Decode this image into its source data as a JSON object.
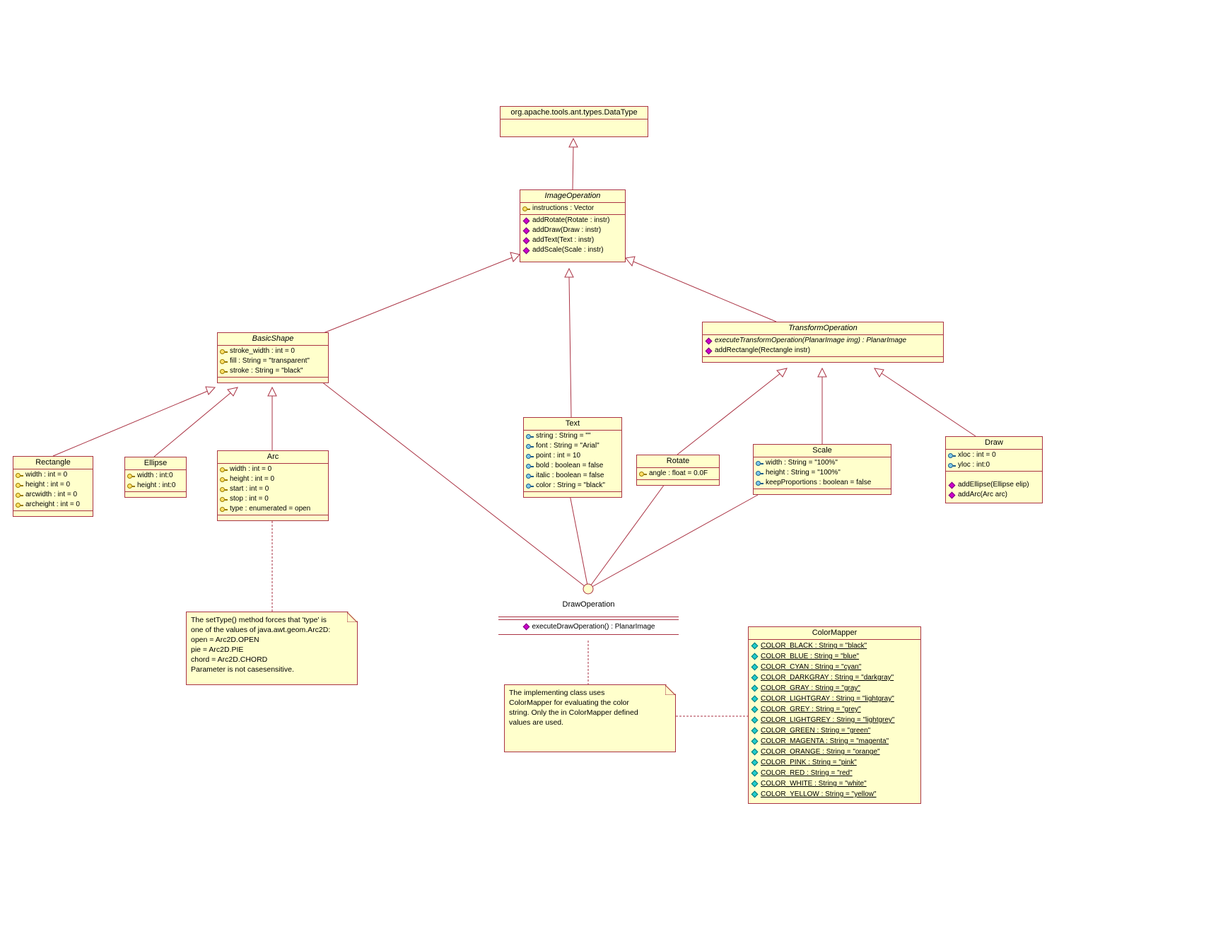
{
  "colors": {
    "line": "#AA3344",
    "box_fill": "#FFFFCC",
    "operation_icon": "#CC00CC",
    "static_attribute_icon": "#22CCCC",
    "attribute_key_icon": "#FFE066",
    "attribute_key_icon_blue": "#7EC8E8"
  },
  "icon_legend": {
    "op": "operation-diamond-icon",
    "key": "attribute-key-icon",
    "blue": "attribute-key-icon-blue",
    "static": "static-attribute-diamond-icon"
  },
  "classes": [
    {
      "id": "datatype",
      "name": "org.apache.tools.ant.types.DataType",
      "abstract": false,
      "compartments": [
        {
          "rows": []
        }
      ]
    },
    {
      "id": "imageoperation",
      "name": "ImageOperation",
      "abstract": true,
      "compartments": [
        {
          "rows": [
            {
              "icon": "key",
              "text": "instructions : Vector"
            }
          ]
        },
        {
          "rows": [
            {
              "icon": "op",
              "text": "addRotate(Rotate : instr)"
            },
            {
              "icon": "op",
              "text": "addDraw(Draw : instr)"
            },
            {
              "icon": "op",
              "text": "addText(Text : instr)"
            },
            {
              "icon": "op",
              "text": "addScale(Scale : instr)"
            }
          ]
        }
      ]
    },
    {
      "id": "basicshape",
      "name": "BasicShape",
      "abstract": true,
      "compartments": [
        {
          "rows": [
            {
              "icon": "key",
              "text": "stroke_width : int = 0"
            },
            {
              "icon": "key",
              "text": "fill : String = \"transparent\""
            },
            {
              "icon": "key",
              "text": "stroke : String = \"black\""
            }
          ]
        },
        {
          "rows": []
        }
      ]
    },
    {
      "id": "transformoperation",
      "name": "TransformOperation",
      "abstract": true,
      "compartments": [
        {
          "rows": [
            {
              "icon": "op",
              "text": "executeTransformOperation(PlanarImage img) : PlanarImage",
              "italic": true
            },
            {
              "icon": "op",
              "text": "addRectangle(Rectangle instr)"
            }
          ]
        },
        {
          "rows": []
        }
      ]
    },
    {
      "id": "rectangle",
      "name": "Rectangle",
      "abstract": false,
      "compartments": [
        {
          "rows": [
            {
              "icon": "key",
              "text": "width : int = 0"
            },
            {
              "icon": "key",
              "text": "height : int = 0"
            },
            {
              "icon": "key",
              "text": "arcwidth : int = 0"
            },
            {
              "icon": "key",
              "text": "archeight : int = 0"
            }
          ]
        },
        {
          "rows": []
        }
      ]
    },
    {
      "id": "ellipse",
      "name": "Ellipse",
      "abstract": false,
      "compartments": [
        {
          "rows": [
            {
              "icon": "key",
              "text": "width : int:0"
            },
            {
              "icon": "key",
              "text": "height : int:0"
            }
          ]
        },
        {
          "rows": []
        }
      ]
    },
    {
      "id": "arc",
      "name": "Arc",
      "abstract": false,
      "compartments": [
        {
          "rows": [
            {
              "icon": "key",
              "text": "width : int = 0"
            },
            {
              "icon": "key",
              "text": "height : int = 0"
            },
            {
              "icon": "key",
              "text": "start : int = 0"
            },
            {
              "icon": "key",
              "text": "stop : int = 0"
            },
            {
              "icon": "key",
              "text": "type : enumerated = open"
            }
          ]
        },
        {
          "rows": []
        }
      ]
    },
    {
      "id": "text",
      "name": "Text",
      "abstract": false,
      "compartments": [
        {
          "rows": [
            {
              "icon": "blue",
              "text": "string : String = \"\""
            },
            {
              "icon": "blue",
              "text": "font : String = \"Arial\""
            },
            {
              "icon": "blue",
              "text": "point : int = 10"
            },
            {
              "icon": "blue",
              "text": "bold : boolean = false"
            },
            {
              "icon": "blue",
              "text": "italic : boolean = false"
            },
            {
              "icon": "blue",
              "text": "color : String = \"black\""
            }
          ]
        },
        {
          "rows": []
        }
      ]
    },
    {
      "id": "rotate",
      "name": "Rotate",
      "abstract": false,
      "compartments": [
        {
          "rows": [
            {
              "icon": "key",
              "text": "angle : float = 0.0F"
            }
          ]
        },
        {
          "rows": []
        }
      ]
    },
    {
      "id": "scale",
      "name": "Scale",
      "abstract": false,
      "compartments": [
        {
          "rows": [
            {
              "icon": "blue",
              "text": "width : String = \"100%\""
            },
            {
              "icon": "blue",
              "text": "height : String = \"100%\""
            },
            {
              "icon": "blue",
              "text": "keepProportions : boolean = false"
            }
          ]
        },
        {
          "rows": []
        }
      ]
    },
    {
      "id": "draw",
      "name": "Draw",
      "abstract": false,
      "compartments": [
        {
          "rows": [
            {
              "icon": "blue",
              "text": "xloc : int = 0"
            },
            {
              "icon": "blue",
              "text": "yloc : int:0"
            }
          ]
        },
        {
          "rows": [
            {
              "icon": "op",
              "text": "addEllipse(Ellipse elip)"
            },
            {
              "icon": "op",
              "text": "addArc(Arc arc)"
            }
          ]
        }
      ]
    },
    {
      "id": "colormapper",
      "name": "ColorMapper",
      "abstract": false,
      "compartments": [
        {
          "rows": [
            {
              "icon": "static",
              "text": "COLOR_BLACK : String = \"black\"",
              "underline": true
            },
            {
              "icon": "static",
              "text": "COLOR_BLUE : String = \"blue\"",
              "underline": true
            },
            {
              "icon": "static",
              "text": "COLOR_CYAN : String = \"cyan\"",
              "underline": true
            },
            {
              "icon": "static",
              "text": "COLOR_DARKGRAY : String = \"darkgray\"",
              "underline": true
            },
            {
              "icon": "static",
              "text": "COLOR_GRAY : String = \"gray\"",
              "underline": true
            },
            {
              "icon": "static",
              "text": "COLOR_LIGHTGRAY : String = \"lightgray\"",
              "underline": true
            },
            {
              "icon": "static",
              "text": "COLOR_GREY : String = \"grey\"",
              "underline": true
            },
            {
              "icon": "static",
              "text": "COLOR_LIGHTGREY : String = \"lightgrey\"",
              "underline": true
            },
            {
              "icon": "static",
              "text": "COLOR_GREEN : String = \"green\"",
              "underline": true
            },
            {
              "icon": "static",
              "text": "COLOR_MAGENTA : String = \"magenta\"",
              "underline": true
            },
            {
              "icon": "static",
              "text": "COLOR_ORANGE : String = \"orange\"",
              "underline": true
            },
            {
              "icon": "static",
              "text": "COLOR_PINK : String = \"pink\"",
              "underline": true
            },
            {
              "icon": "static",
              "text": "COLOR_RED : String = \"red\"",
              "underline": true
            },
            {
              "icon": "static",
              "text": "COLOR_WHITE : String = \"white\"",
              "underline": true
            },
            {
              "icon": "static",
              "text": "COLOR_YELLOW : String = \"yellow\"",
              "underline": true
            }
          ]
        }
      ]
    }
  ],
  "interface": {
    "name": "DrawOperation",
    "operation": "executeDrawOperation() : PlanarImage"
  },
  "notes": [
    {
      "id": "note-arc-settype",
      "lines": [
        "The setType() method forces that 'type' is",
        "one of the values of java.awt.geom.Arc2D:",
        "open = Arc2D.OPEN",
        "pie = Arc2D.PIE",
        "chord = Arc2D.CHORD",
        "Parameter is not casesensitive."
      ]
    },
    {
      "id": "note-colormapper",
      "lines": [
        "The implementing class uses",
        "ColorMapper for evaluating the color",
        "string. Only the in ColorMapper defined",
        "values are used."
      ]
    }
  ]
}
